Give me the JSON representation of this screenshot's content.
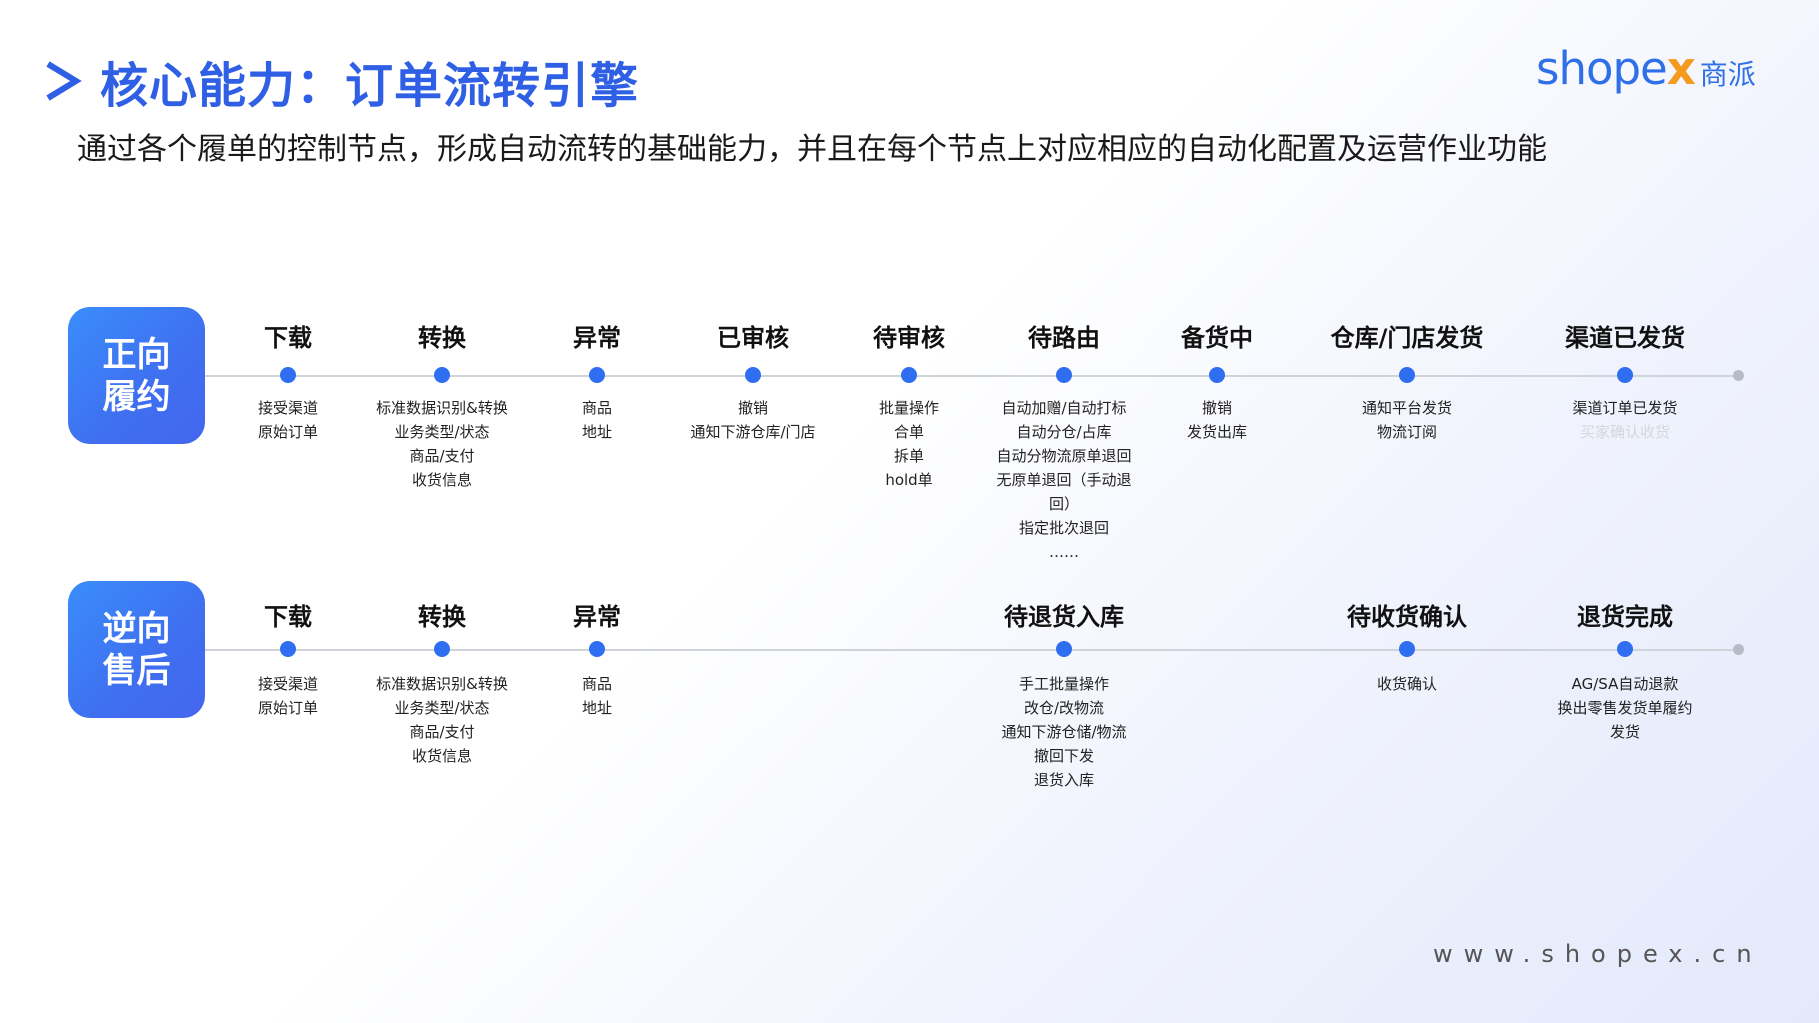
{
  "header": {
    "title": "核心能力：订单流转引擎",
    "subtitle": "通过各个履单的控制节点，形成自动流转的基础能力，并且在每个节点上对应相应的自动化配置及运营作业功能"
  },
  "logo": {
    "en": "shope",
    "x": "x",
    "cn": "商派"
  },
  "forward": {
    "label_line1": "正向",
    "label_line2": "履约",
    "nodes": [
      {
        "label": "下载",
        "desc": [
          "接受渠道",
          "原始订单"
        ]
      },
      {
        "label": "转换",
        "desc": [
          "标准数据识别&转换",
          "业务类型/状态",
          "商品/支付",
          "收货信息"
        ]
      },
      {
        "label": "异常",
        "desc": [
          "商品",
          "地址"
        ]
      },
      {
        "label": "已审核",
        "desc": [
          "撤销",
          "通知下游仓库/门店"
        ]
      },
      {
        "label": "待审核",
        "desc": [
          "批量操作",
          "合单",
          "拆单",
          "hold单"
        ]
      },
      {
        "label": "待路由",
        "desc": [
          "自动加赠/自动打标",
          "自动分仓/占库",
          "自动分物流原单退回",
          "无原单退回（手动退回）",
          "指定批次退回",
          "……"
        ]
      },
      {
        "label": "备货中",
        "desc": [
          "撤销",
          "发货出库"
        ]
      },
      {
        "label": "仓库/门店发货",
        "desc": [
          "通知平台发货",
          "物流订阅"
        ]
      },
      {
        "label": "渠道已发货",
        "desc": [
          "渠道订单已发货",
          "买家确认收货"
        ]
      }
    ]
  },
  "reverse": {
    "label_line1": "逆向",
    "label_line2": "售后",
    "nodes": [
      {
        "label": "下载",
        "desc": [
          "接受渠道",
          "原始订单"
        ]
      },
      {
        "label": "转换",
        "desc": [
          "标准数据识别&转换",
          "业务类型/状态",
          "商品/支付",
          "收货信息"
        ]
      },
      {
        "label": "异常",
        "desc": [
          "商品",
          "地址"
        ]
      },
      {
        "label": "待退货入库",
        "desc": [
          "手工批量操作",
          "改仓/改物流",
          "通知下游仓储/物流",
          "撤回下发",
          "退货入库"
        ]
      },
      {
        "label": "待收货确认",
        "desc": [
          "收货确认"
        ]
      },
      {
        "label": "退货完成",
        "desc": [
          "AG/SA自动退款",
          "换出零售发货单履约发货"
        ]
      }
    ]
  },
  "footer": {
    "url": "www.shopex.cn"
  },
  "colors": {
    "accent": "#2f5fe4",
    "dot": "#2f6ef0",
    "track": "#cfd3da",
    "logo_orange": "#f39a1f"
  }
}
